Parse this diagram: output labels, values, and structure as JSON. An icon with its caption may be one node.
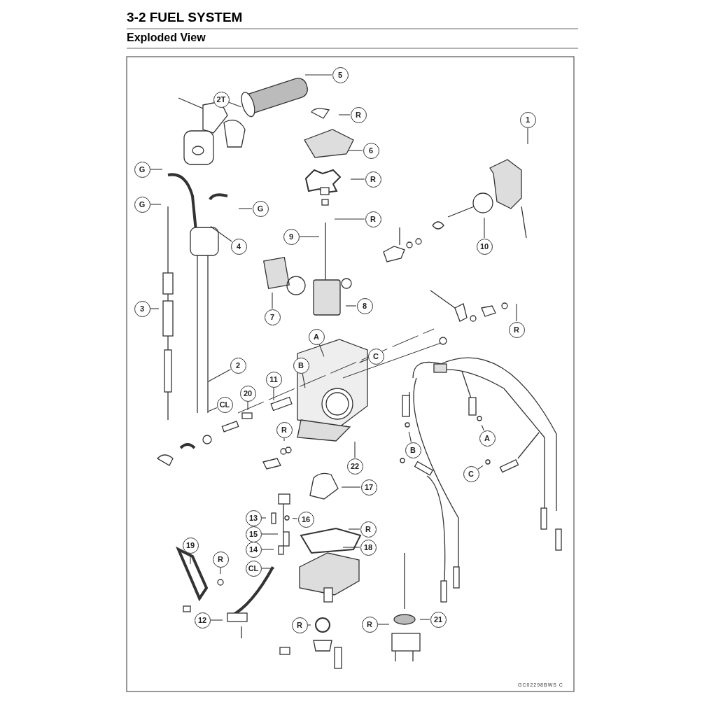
{
  "diagram": {
    "title": "3-2 FUEL SYSTEM",
    "nodes": [
      {
        "text": [
          "5"
        ]
      },
      {
        "text": [
          "2T"
        ]
      },
      {
        "text": [
          "R"
        ]
      },
      {
        "text": [
          "6"
        ]
      },
      {
        "text": [
          "1"
        ]
      },
      {
        "text": [
          "G"
        ]
      },
      {
        "text": [
          "R"
        ]
      },
      {
        "text": [
          "G"
        ]
      },
      {
        "text": [
          "G"
        ]
      },
      {
        "text": [
          "R"
        ]
      },
      {
        "text": [
          "4"
        ]
      },
      {
        "text": [
          "9"
        ]
      },
      {
        "text": [
          "10"
        ]
      },
      {
        "text": [
          "3"
        ]
      },
      {
        "text": [
          "7"
        ]
      },
      {
        "text": [
          "8"
        ]
      },
      {
        "text": [
          "R"
        ]
      },
      {
        "text": [
          "A"
        ]
      },
      {
        "text": [
          "C"
        ]
      },
      {
        "text": [
          "B"
        ]
      },
      {
        "text": [
          "2"
        ]
      },
      {
        "text": [
          "11"
        ]
      },
      {
        "text": [
          "20"
        ]
      },
      {
        "text": [
          "CL"
        ]
      },
      {
        "text": [
          "R"
        ]
      },
      {
        "text": [
          "22"
        ]
      },
      {
        "text": [
          "17"
        ]
      },
      {
        "text": [
          "13"
        ]
      },
      {
        "text": [
          "16"
        ]
      },
      {
        "text": [
          "R"
        ]
      },
      {
        "text": [
          "15"
        ]
      },
      {
        "text": [
          "18"
        ]
      },
      {
        "text": [
          "14"
        ]
      },
      {
        "text": [
          "19"
        ]
      },
      {
        "text": [
          "R"
        ]
      },
      {
        "text": [
          "CL"
        ]
      },
      {
        "text": [
          "12"
        ]
      },
      {
        "text": [
          "R"
        ]
      },
      {
        "text": [
          "R"
        ]
      },
      {
        "text": [
          "21"
        ]
      },
      {
        "text": [
          "B"
        ]
      },
      {
        "text": [
          "A"
        ]
      },
      {
        "text": [
          "C"
        ]
      }
    ],
    "edges": [
      {
        "from": 0,
        "to": null,
        "arrow": "none"
      },
      {
        "from": 1,
        "to": null,
        "arrow": "none"
      },
      {
        "from": 2,
        "to": null,
        "arrow": "none"
      },
      {
        "from": 3,
        "to": null,
        "arrow": "none"
      },
      {
        "from": 4,
        "to": null,
        "arrow": "none"
      },
      {
        "from": 5,
        "to": null,
        "arrow": "none"
      },
      {
        "from": 6,
        "to": null,
        "arrow": "none"
      },
      {
        "from": 7,
        "to": null,
        "arrow": "none"
      },
      {
        "from": 8,
        "to": null,
        "arrow": "none"
      },
      {
        "from": 9,
        "to": null,
        "arrow": "none"
      },
      {
        "from": 10,
        "to": null,
        "arrow": "none"
      },
      {
        "from": 11,
        "to": null,
        "arrow": "none"
      },
      {
        "from": 12,
        "to": null,
        "arrow": "none"
      },
      {
        "from": 13,
        "to": null,
        "arrow": "none"
      },
      {
        "from": 14,
        "to": null,
        "arrow": "none"
      },
      {
        "from": 15,
        "to": null,
        "arrow": "none"
      },
      {
        "from": 16,
        "to": null,
        "arrow": "none"
      },
      {
        "from": 17,
        "to": null,
        "arrow": "none"
      },
      {
        "from": 18,
        "to": null,
        "arrow": "none"
      },
      {
        "from": 19,
        "to": null,
        "arrow": "none"
      },
      {
        "from": 20,
        "to": null,
        "arrow": "none"
      },
      {
        "from": 21,
        "to": null,
        "arrow": "none"
      },
      {
        "from": 22,
        "to": null,
        "arrow": "none"
      },
      {
        "from": 23,
        "to": null,
        "arrow": "none"
      },
      {
        "from": 24,
        "to": null,
        "arrow": "none"
      },
      {
        "from": 25,
        "to": null,
        "arrow": "none"
      },
      {
        "from": 26,
        "to": null,
        "arrow": "none"
      },
      {
        "from": 27,
        "to": null,
        "arrow": "none"
      },
      {
        "from": 28,
        "to": null,
        "arrow": "none"
      },
      {
        "from": 29,
        "to": null,
        "arrow": "none"
      },
      {
        "from": 30,
        "to": null,
        "arrow": "none"
      },
      {
        "from": 31,
        "to": null,
        "arrow": "none"
      },
      {
        "from": 32,
        "to": null,
        "arrow": "none"
      },
      {
        "from": 33,
        "to": null,
        "arrow": "none"
      },
      {
        "from": 34,
        "to": null,
        "arrow": "none"
      },
      {
        "from": 35,
        "to": null,
        "arrow": "none"
      },
      {
        "from": 36,
        "to": null,
        "arrow": "none"
      },
      {
        "from": 37,
        "to": null,
        "arrow": "none"
      },
      {
        "from": 38,
        "to": null,
        "arrow": "none"
      },
      {
        "from": 39,
        "to": null,
        "arrow": "none"
      },
      {
        "from": 40,
        "to": null,
        "arrow": "none"
      },
      {
        "from": 41,
        "to": null,
        "arrow": "none"
      },
      {
        "from": 42,
        "to": null,
        "arrow": "none"
      }
    ],
    "labels": [
      "Exploded View",
      "GC02298BWS C"
    ]
  }
}
